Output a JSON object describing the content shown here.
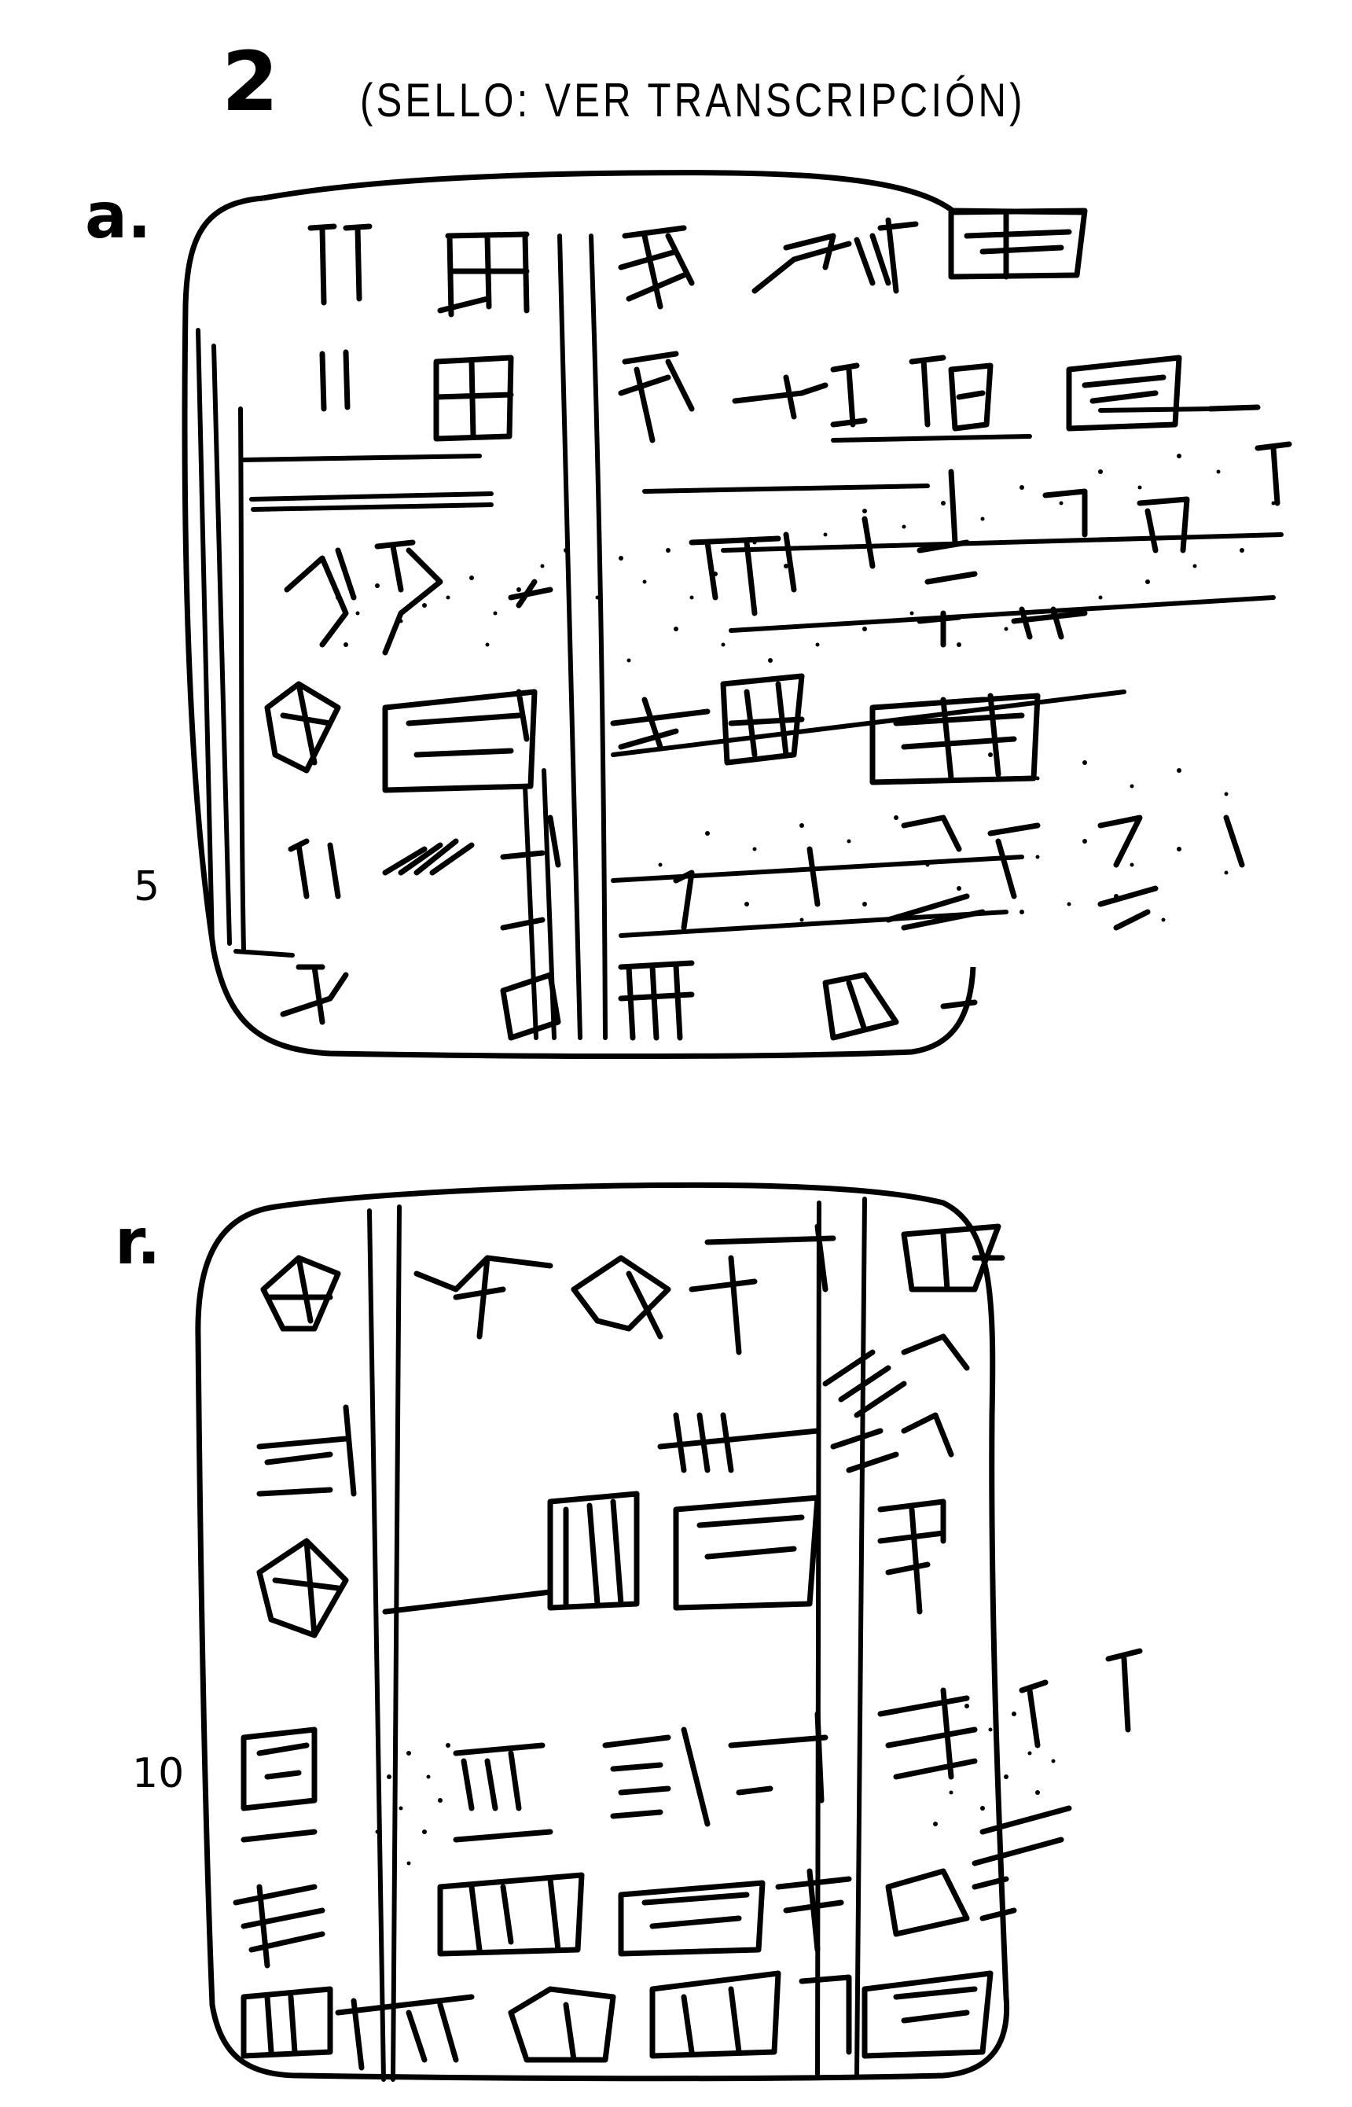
{
  "plate": {
    "number": "2",
    "seal_note": "(SELLO: VER TRANSCRIPCIÓN)"
  },
  "obverse": {
    "label": "a.",
    "line_number": "5"
  },
  "reverse": {
    "label": "r.",
    "line_number": "10"
  },
  "colors": {
    "ink": "#000000",
    "paper": "#ffffff"
  }
}
